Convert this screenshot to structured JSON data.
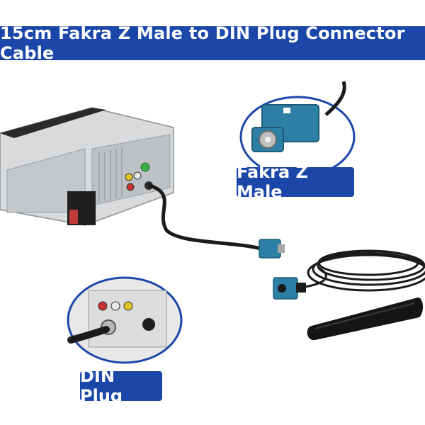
{
  "banner": {
    "title": "15cm Fakra Z Male to DIN Plug Connector Cable"
  },
  "callouts": {
    "fakra": {
      "label": "Fakra Z Male"
    },
    "din": {
      "label": "DIN Plug"
    }
  },
  "colors": {
    "brand_blue": "#1a47a8",
    "connector_teal": "#2d7fa6",
    "cable_black": "#1b1b1b"
  }
}
